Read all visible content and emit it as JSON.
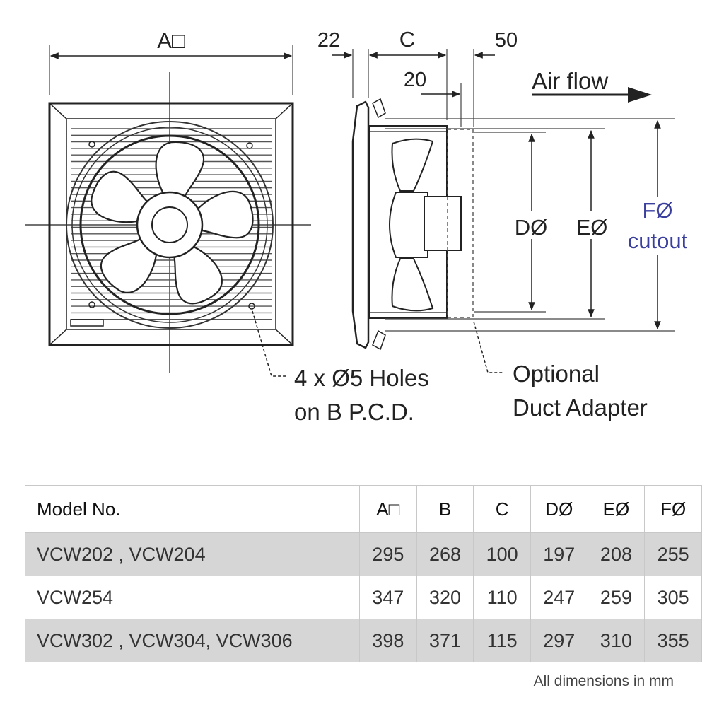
{
  "diagram": {
    "label_a": "A□",
    "label_22": "22",
    "label_c": "C",
    "label_50": "50",
    "label_20": "20",
    "air_flow": "Air flow",
    "label_d": "DØ",
    "label_e": "EØ",
    "label_f_line1": "FØ",
    "label_f_line2": "cutout",
    "holes_line1": "4 x Ø5 Holes",
    "holes_line2": "on B P.C.D.",
    "adapter_line1": "Optional",
    "adapter_line2": "Duct Adapter",
    "accent_color": "#3a3f9e"
  },
  "table": {
    "headers": [
      "Model No.",
      "A□",
      "B",
      "C",
      "DØ",
      "EØ",
      "FØ"
    ],
    "rows": [
      [
        "VCW202 , VCW204",
        "295",
        "268",
        "100",
        "197",
        "208",
        "255"
      ],
      [
        "VCW254",
        "347",
        "320",
        "110",
        "247",
        "259",
        "305"
      ],
      [
        "VCW302 , VCW304, VCW306",
        "398",
        "371",
        "115",
        "297",
        "310",
        "355"
      ]
    ]
  },
  "footnote": "All dimensions in mm"
}
